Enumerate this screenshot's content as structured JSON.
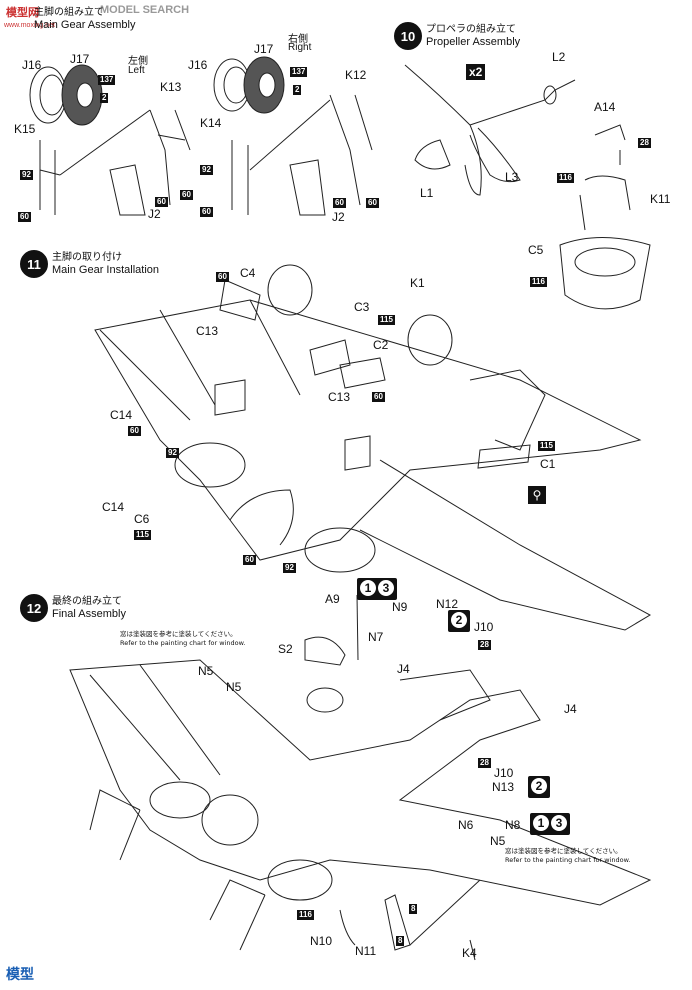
{
  "watermark": {
    "logo": "模型网",
    "site": "MODEL SEARCH",
    "url": "www.moxing.net",
    "corner": "模型"
  },
  "step9": {
    "jp": "主脚の組み立て",
    "en": "Main Gear Assembly",
    "left_jp": "左側",
    "left_en": "Left",
    "right_jp": "右側",
    "right_en": "Right"
  },
  "step10": {
    "num": "10",
    "jp": "プロペラの組み立て",
    "en": "Propeller Assembly",
    "multiplier": "x2"
  },
  "step11": {
    "num": "11",
    "jp": "主脚の取り付け",
    "en": "Main Gear Installation"
  },
  "step12": {
    "num": "12",
    "jp": "最終の組み立て",
    "en": "Final Assembly",
    "note_jp": "窓は塗装図を参考に塗装してください。",
    "note_en": "Refer to the painting chart for window."
  },
  "parts": {
    "j16": "J16",
    "j17": "J17",
    "k13": "K13",
    "k14": "K14",
    "k15": "K15",
    "k12": "K12",
    "j2": "J2",
    "l1": "L1",
    "l2": "L2",
    "l3": "L3",
    "a14": "A14",
    "k11": "K11",
    "c5": "C5",
    "c4": "C4",
    "c3": "C3",
    "c2": "C2",
    "c1": "C1",
    "c6": "C6",
    "c13": "C13",
    "c14": "C14",
    "k1": "K1",
    "a9": "A9",
    "s2": "S2",
    "n5": "N5",
    "n6": "N6",
    "n7": "N7",
    "n8": "N8",
    "n9": "N9",
    "n10": "N10",
    "n11": "N11",
    "n12": "N12",
    "n13": "N13",
    "j4": "J4",
    "j10": "J10",
    "k4": "K4"
  },
  "colors": {
    "c8": "8",
    "c28": "28",
    "c60": "60",
    "c92": "92",
    "c115": "115",
    "c116": "116",
    "c137": "137"
  },
  "callouts": {
    "one": "1",
    "two": "2",
    "three": "3"
  }
}
